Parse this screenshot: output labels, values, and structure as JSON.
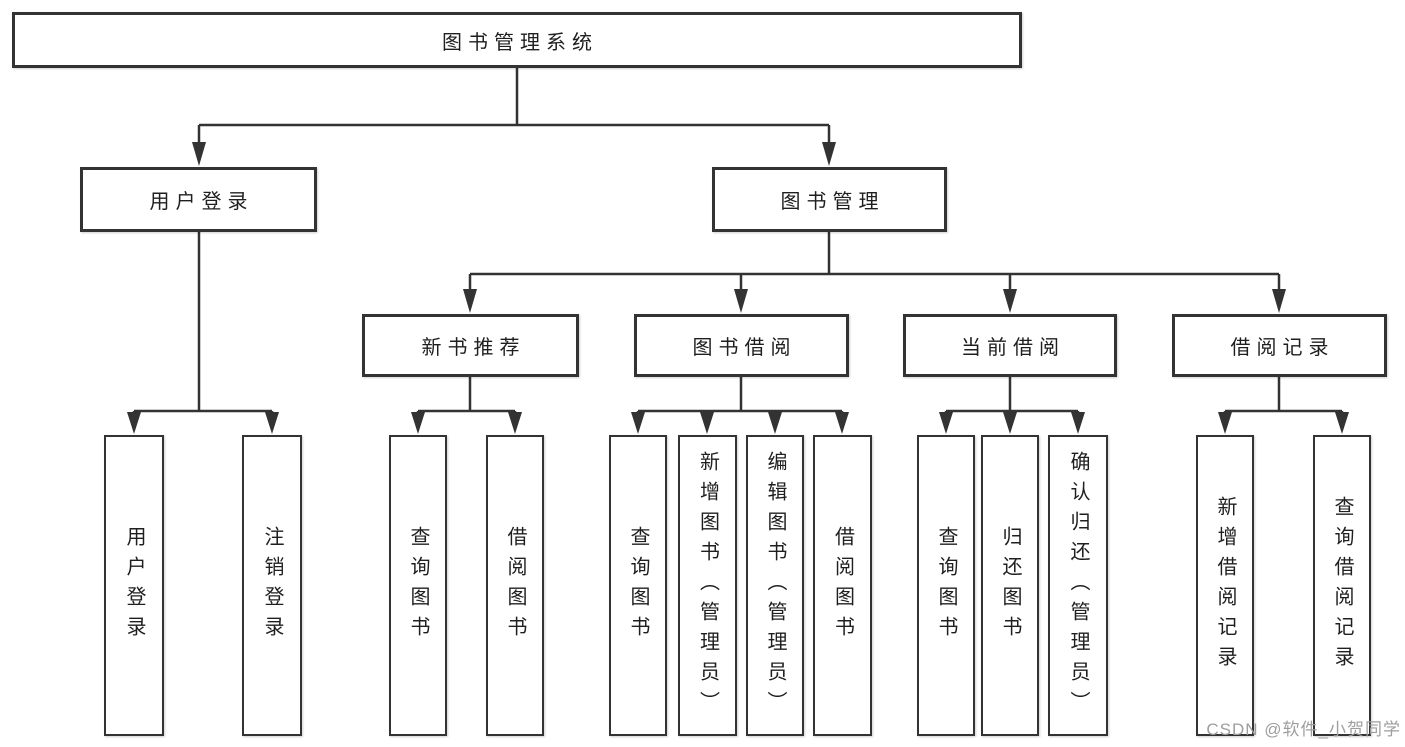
{
  "tree": {
    "root": "图书管理系统",
    "branches": [
      {
        "label": "用户登录",
        "children": [
          "用户登录",
          "注销登录"
        ]
      },
      {
        "label": "图书管理",
        "groups": [
          {
            "label": "新书推荐",
            "children": [
              "查询图书",
              "借阅图书"
            ]
          },
          {
            "label": "图书借阅",
            "children": [
              "查询图书",
              "新增图书（管理员）",
              "编辑图书（管理员）",
              "借阅图书"
            ]
          },
          {
            "label": "当前借阅",
            "children": [
              "查询图书",
              "归还图书",
              "确认归还（管理员）"
            ]
          },
          {
            "label": "借阅记录",
            "children": [
              "新增借阅记录",
              "查询借阅记录"
            ]
          }
        ]
      }
    ]
  },
  "watermark": "CSDN @软件_小贺同学",
  "colors": {
    "line": "#333333",
    "text": "#1f1f1f",
    "background": "#ffffff",
    "watermark": "#9e9e9e"
  }
}
